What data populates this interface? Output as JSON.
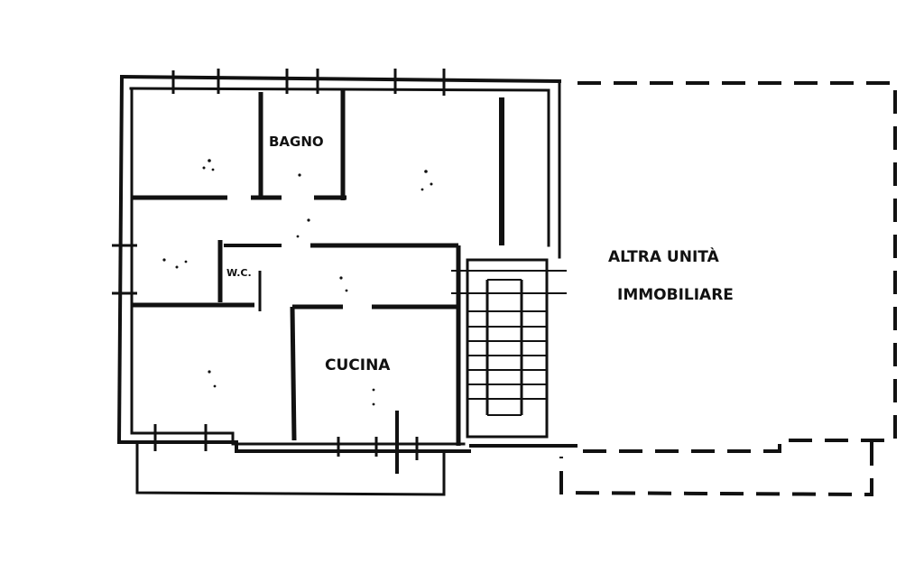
{
  "labels": {
    "bagno": "BAGNO",
    "cucina": "CUCINA",
    "wc": "W.C.",
    "other_unit_line1": "ALTRA UNITÀ",
    "other_unit_line2": "IMMOBILIARE"
  },
  "colors": {
    "ink": "#111111",
    "paper": "#ffffff"
  }
}
